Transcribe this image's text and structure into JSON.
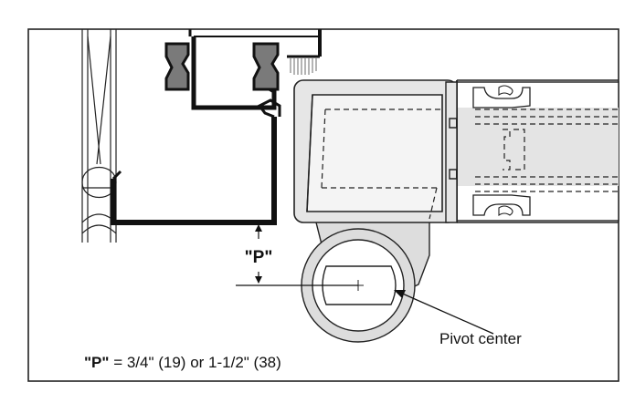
{
  "diagram": {
    "p_marker": "\"P\"",
    "pivot_label": "Pivot center",
    "legend": {
      "prefix": "\"P\"",
      "text": " = 3/4\" (19) or 1-1/2\" (38)"
    }
  },
  "colors": {
    "frame_border": "#222222",
    "profile_stroke": "#1a1a1a",
    "gasket_fill": "#7a7a7a",
    "door_fill": "#e6e6e6",
    "pivot_fill": "#dddddd"
  }
}
